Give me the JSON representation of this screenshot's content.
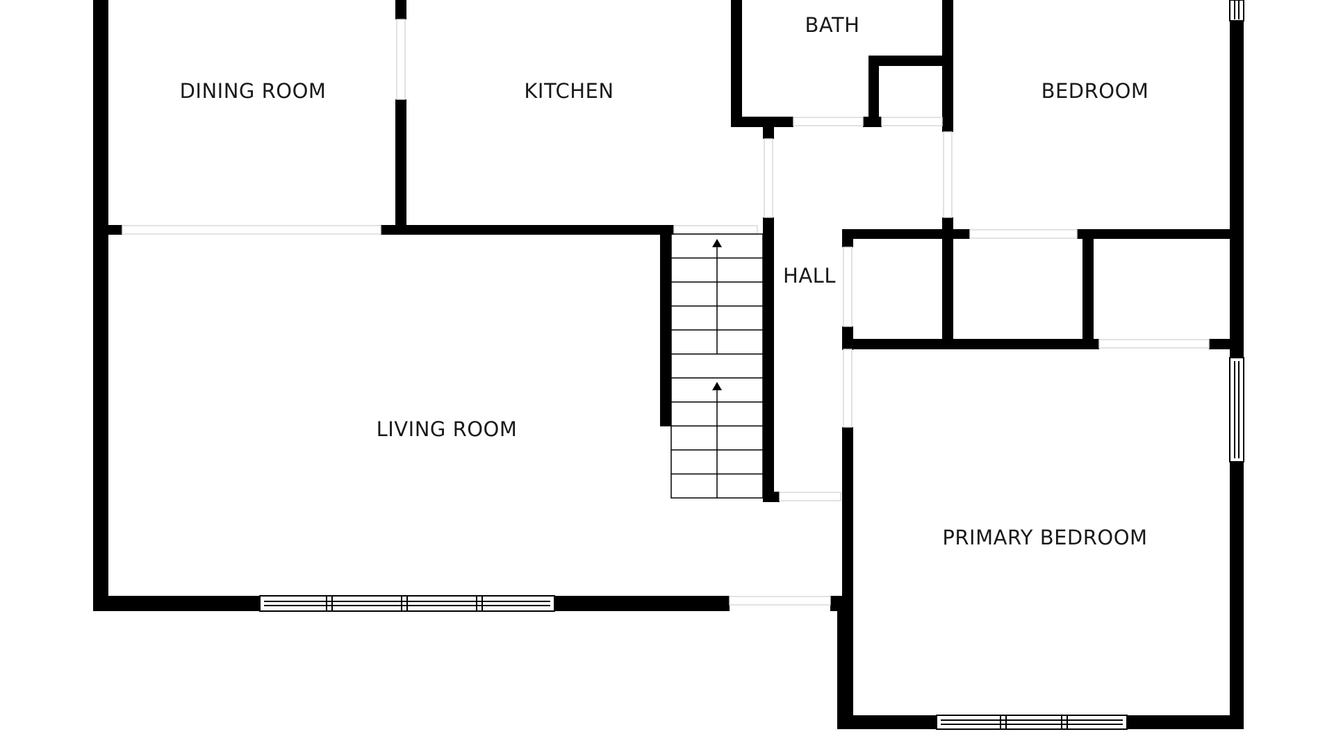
{
  "plan": {
    "background": "#ffffff",
    "wall_color": "#000000",
    "rooms": {
      "dining_room": "DINING ROOM",
      "kitchen": "KITCHEN",
      "bath": "BATH",
      "bedroom": "BEDROOM",
      "hall": "HALL",
      "living_room": "LIVING ROOM",
      "primary_bedroom": "PRIMARY BEDROOM"
    },
    "stairs": {
      "flights": 2,
      "direction": "up"
    }
  }
}
